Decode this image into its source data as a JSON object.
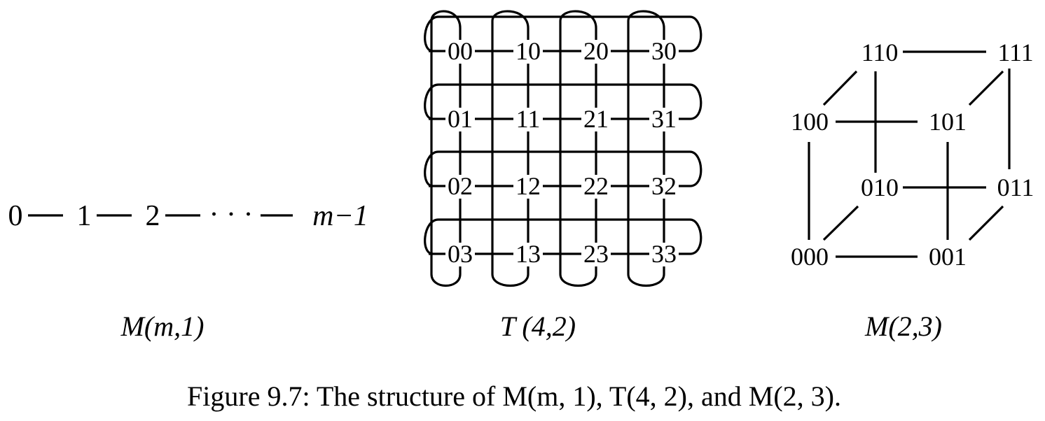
{
  "line": {
    "nodes": [
      "0",
      "1",
      "2",
      "· · ·",
      "m−1"
    ],
    "label": "M(m,1)"
  },
  "torus": {
    "rows": [
      [
        "00",
        "10",
        "20",
        "30"
      ],
      [
        "01",
        "11",
        "21",
        "31"
      ],
      [
        "02",
        "12",
        "22",
        "32"
      ],
      [
        "03",
        "13",
        "23",
        "33"
      ]
    ],
    "label": "T (4,2)"
  },
  "cube": {
    "nodes": {
      "n110": "110",
      "n111": "111",
      "n100": "100",
      "n101": "101",
      "n010": "010",
      "n011": "011",
      "n000": "000",
      "n001": "001"
    },
    "label": "M(2,3)"
  },
  "caption": "Figure 9.7: The structure of M(m, 1), T(4, 2), and M(2, 3)."
}
